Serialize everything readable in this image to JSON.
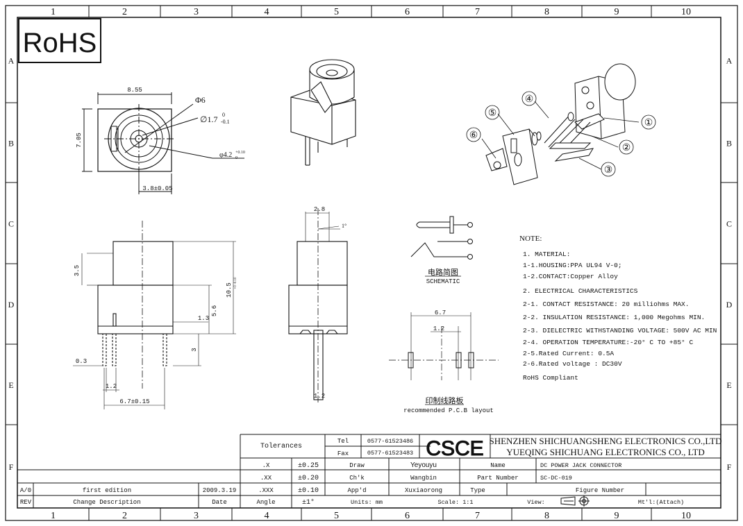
{
  "grid": {
    "columns": [
      "1",
      "2",
      "3",
      "4",
      "5",
      "6",
      "7",
      "8",
      "9",
      "10"
    ],
    "rows": [
      "A",
      "B",
      "C",
      "D",
      "E",
      "F"
    ]
  },
  "rohs_mark": "RoHS",
  "front_view": {
    "width_dim": "8.55",
    "height_dim": "7.05",
    "hole_dim": "Φ6",
    "pin_dim_base": "∅1.7",
    "pin_tol_upper": "0",
    "pin_tol_lower": "-0.1",
    "outer_dim_base": "φ4.2",
    "outer_tol_upper": "+0.10",
    "outer_tol_lower": "0",
    "center_offset_dim": "3.8±0.05"
  },
  "side_view": {
    "boss_height": "3.5",
    "body_height": "5.6",
    "total_height": "10.5",
    "total_height_tol": "+0 -0.10",
    "tab_dim": "1.3",
    "pin_length": "3",
    "pin_thickness": "0.3",
    "pin_width": "1.2",
    "pin_spacing": "6.7±0.15"
  },
  "end_view": {
    "width_dim": "2.8",
    "angle_dim": "1°",
    "pin_width": "1.2"
  },
  "schematic": {
    "title_cn": "电路简图",
    "title_en": "SCHEMATIC"
  },
  "pcb_layout": {
    "span_dim": "6.7",
    "pad_dim": "1.2",
    "title_cn": "印制线路板",
    "title_en": "recommended P.C.B layout"
  },
  "exploded_labels": [
    "①",
    "②",
    "③",
    "④",
    "⑤",
    "⑥"
  ],
  "notes": {
    "heading": "NOTE:",
    "lines": [
      "1. MATERIAL:",
      "1-1.HOUSING:PPA UL94 V-0;",
      "1-2.CONTACT:Copper Alloy",
      "2. ELECTRICAL CHARACTERISTICS",
      "2-1. CONTACT RESISTANCE: 20 milliohms  MAX.",
      "2-2. INSULATION RESISTANCE: 1,000 Megohms MIN.",
      "2-3. DIELECTRIC WITHSTANDING VOLTAGE: 500V AC MIN",
      "2-4. OPERATION  TEMPERATURE:-20° C TO  +85° C",
      "2-5.Rated Current: 0.5A",
      "2-6.Rated voltage : DC30V",
      "RoHS Compliant"
    ]
  },
  "title_block": {
    "tolerances_label": "Tolerances",
    "tol_rows": [
      {
        "fmt": ".X",
        "val": "±0.25"
      },
      {
        "fmt": ".XX",
        "val": "±0.20"
      },
      {
        "fmt": ".XXX",
        "val": "±0.10"
      },
      {
        "fmt": "Angle",
        "val": "±1°"
      }
    ],
    "tel_label": "Tel",
    "tel_value": "0577-61523486",
    "fax_label": "Fax",
    "fax_value": "0577-61523483",
    "logo": "CSCE",
    "company_1": "SHENZHEN SHICHUANGSHENG ELECTRONICS CO.,LTD",
    "company_2": "YUEQING SHICHUANG ELECTRONICS CO., LTD",
    "draw_label": "Draw",
    "draw_value": "Yeyouyu",
    "chk_label": "Ch'k",
    "chk_value": "Wangbin",
    "appd_label": "App'd",
    "appd_value": "Xuxiaorong",
    "units_label": "Units: mm",
    "name_label": "Name",
    "name_value": "DC POWER JACK CONNECTOR",
    "part_label": "Part Number",
    "part_value": "SC-DC-019",
    "type_label": "Type",
    "figure_label": "Figure Number",
    "scale_label": "Scale: 1:1",
    "view_label": "View:",
    "material_label": "Mt'l:(Attach)",
    "rev_rows": [
      {
        "rev": "A/0",
        "desc": "first edition",
        "date": "2009.3.19"
      },
      {
        "rev": "REV",
        "desc": "Change Description",
        "date": "Date"
      }
    ]
  }
}
